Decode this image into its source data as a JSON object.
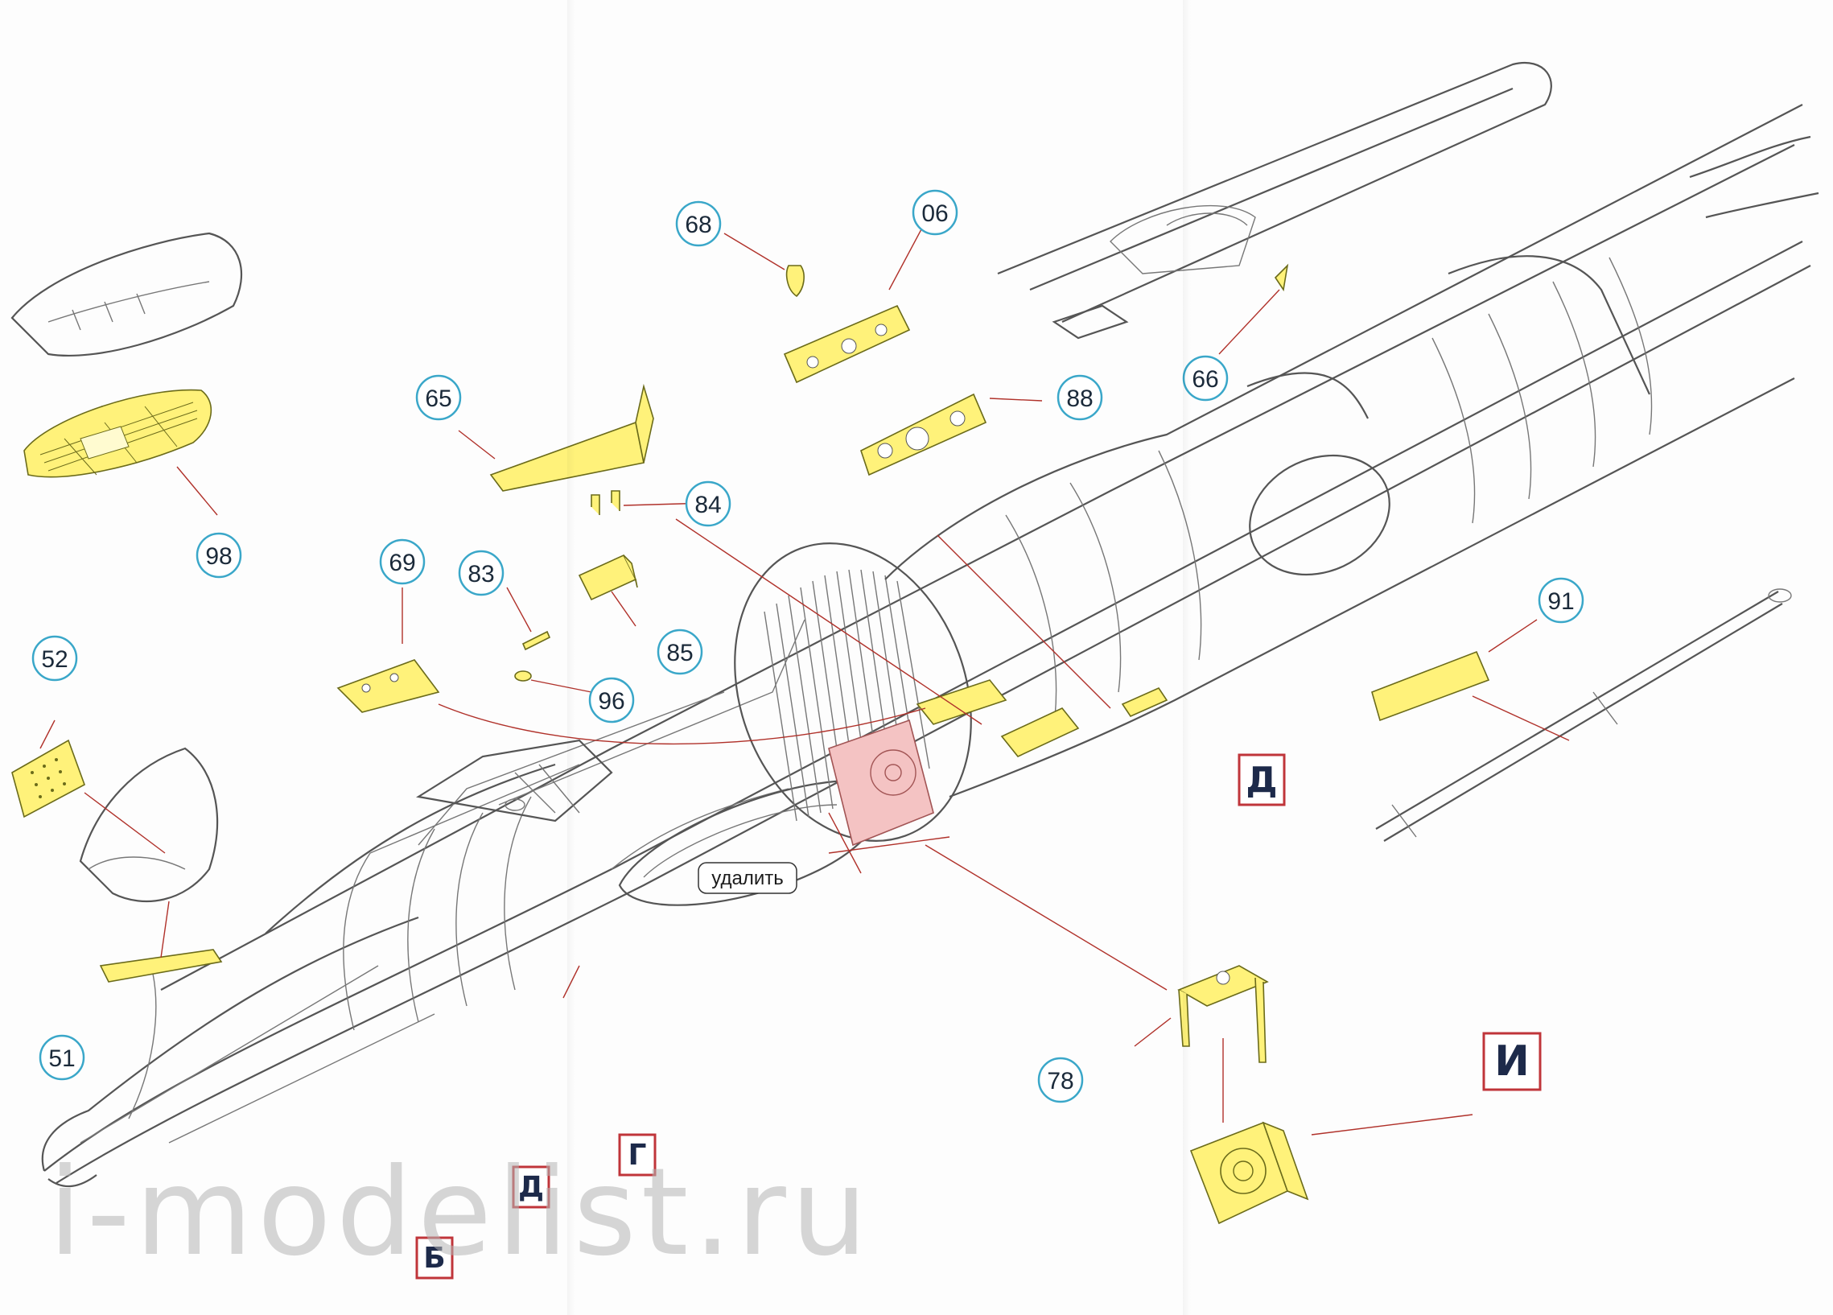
{
  "callouts": [
    {
      "id": "c68",
      "text": "68"
    },
    {
      "id": "c90",
      "text": "06"
    },
    {
      "id": "c88",
      "text": "88"
    },
    {
      "id": "c66",
      "text": "66"
    },
    {
      "id": "c65",
      "text": "65"
    },
    {
      "id": "c84",
      "text": "84"
    },
    {
      "id": "c86",
      "text": "98"
    },
    {
      "id": "c83",
      "text": "83"
    },
    {
      "id": "c69",
      "text": "69"
    },
    {
      "id": "c85",
      "text": "85"
    },
    {
      "id": "c52",
      "text": "52"
    },
    {
      "id": "c96",
      "text": "96"
    },
    {
      "id": "c91",
      "text": "91"
    },
    {
      "id": "c87",
      "text": "78"
    },
    {
      "id": "c51",
      "text": "51"
    }
  ],
  "labels": {
    "d_upper": "Д",
    "i": "И",
    "g": "Г",
    "d_lower": "Д",
    "b": "Б"
  },
  "remove_note": "удалить",
  "watermark": "i-modelist.ru",
  "colors": {
    "photo_etch": "#fff27a",
    "remove_area": "#f4c3c3",
    "callout_ring": "#3aa7c9",
    "label_border": "#c0353a",
    "label_text": "#1d2a4a",
    "arrow": "#b0312a"
  }
}
